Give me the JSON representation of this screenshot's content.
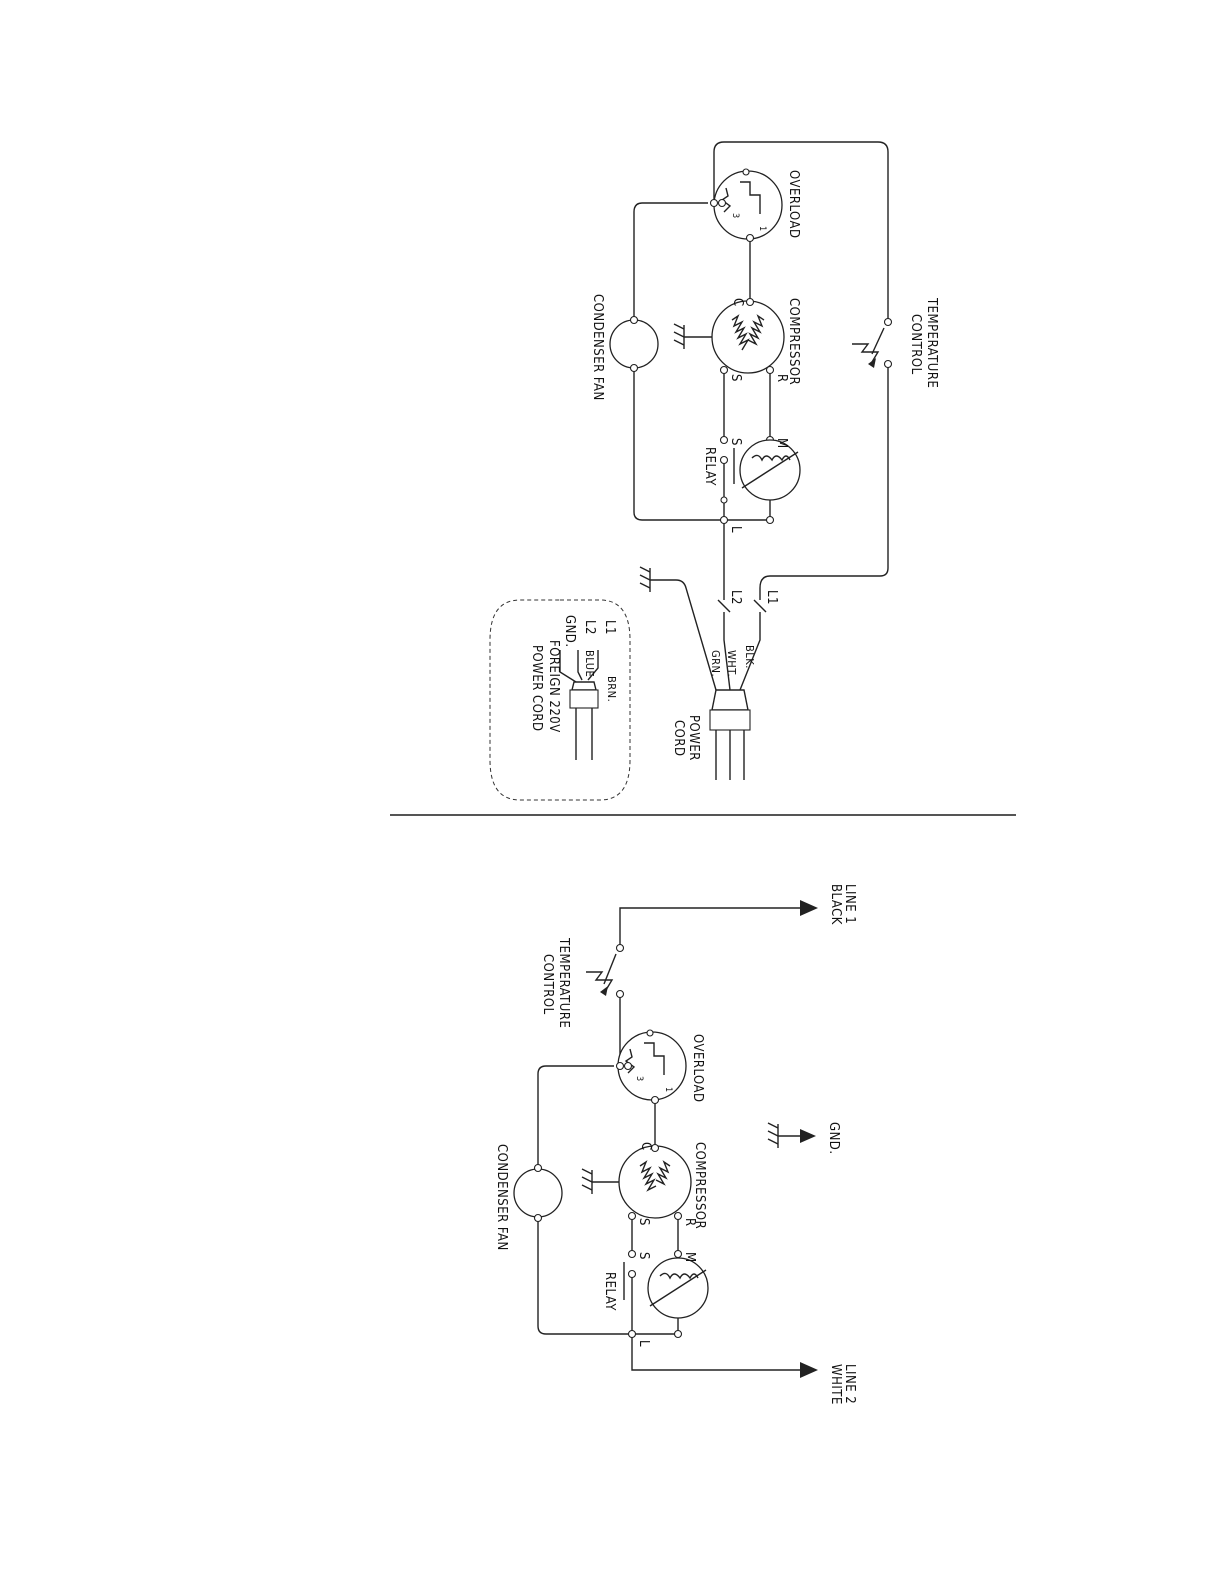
{
  "diagram_top": {
    "temperature_control": [
      "TEMPERATURE",
      "CONTROL"
    ],
    "overload": "OVERLOAD",
    "compressor": "COMPRESSOR",
    "condenser_fan": "CONDENSER FAN",
    "relay": "RELAY",
    "terminal_c": "C",
    "terminal_s": "S",
    "terminal_r": "R",
    "relay_s": "S",
    "relay_m": "M",
    "relay_l": "L",
    "overload_1": "1",
    "overload_3": "3",
    "line_l1": "L1",
    "line_l2": "L2",
    "power_cord": [
      "POWER",
      "CORD"
    ],
    "wire_blk": "BLK.",
    "wire_wht": "WHT.",
    "wire_grn": "GRN.",
    "foreign_cord": {
      "l1": "L1",
      "l2": "L2",
      "gnd": "GND.",
      "brn": "BRN.",
      "blue": "BLUE",
      "title": [
        "FOREIGN 220V",
        "POWER CORD"
      ]
    }
  },
  "diagram_bottom": {
    "line1": [
      "LINE 1",
      "BLACK"
    ],
    "line2": [
      "LINE 2",
      "WHITE"
    ],
    "gnd": "GND.",
    "temperature_control": [
      "TEMPERATURE",
      "CONTROL"
    ],
    "overload": "OVERLOAD",
    "compressor": "COMPRESSOR",
    "condenser_fan": "CONDENSER FAN",
    "relay": "RELAY",
    "terminal_c": "C",
    "terminal_s": "S",
    "terminal_r": "R",
    "relay_s": "S",
    "relay_m": "M",
    "relay_l": "L",
    "overload_1": "1",
    "overload_3": "3"
  }
}
